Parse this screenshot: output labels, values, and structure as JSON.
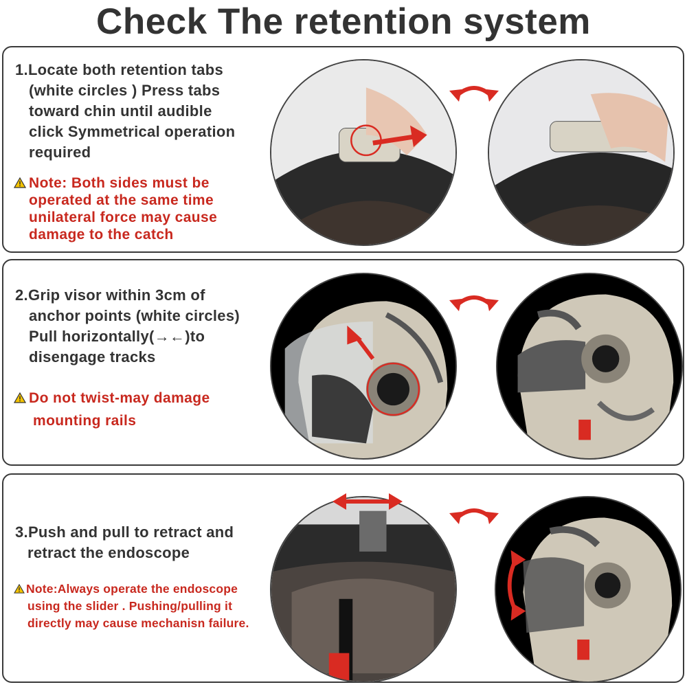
{
  "title": "Check The retention system",
  "sections": [
    {
      "step_lines": [
        "1.Locate  both  retention tabs",
        "(white  circles )  Press  tabs",
        "toward  chin  until  audible",
        "click Symmetrical operation",
        "required"
      ],
      "note_lines": [
        "Note:  Both  sides  must  be",
        "operated  at  the same  time",
        "unilateral  force  may cause",
        "damage  to the catch"
      ]
    },
    {
      "step_lines": [
        "2.Grip  visor  within  3cm  of",
        "anchor points (white circles)",
        "Pull horizontally(→←)to",
        "disengage tracks"
      ],
      "note_lines": [
        "Do not twist-may damage",
        "mounting rails"
      ]
    },
    {
      "step_lines": [
        "3.Push and pull to retract and",
        "retract the endoscope"
      ],
      "note_lines": [
        "Note:Always operate the endoscope",
        "using the slider . Pushing/pulling it",
        "directly may cause mechanisn failure."
      ]
    }
  ],
  "icons": {
    "warning": "warning-triangle-icon",
    "swap": "curved-double-arrow-icon"
  },
  "colors": {
    "title": "#333333",
    "text": "#333333",
    "note": "#c8281e",
    "arrow": "#d92b22",
    "warning_fill": "#f5c400"
  }
}
